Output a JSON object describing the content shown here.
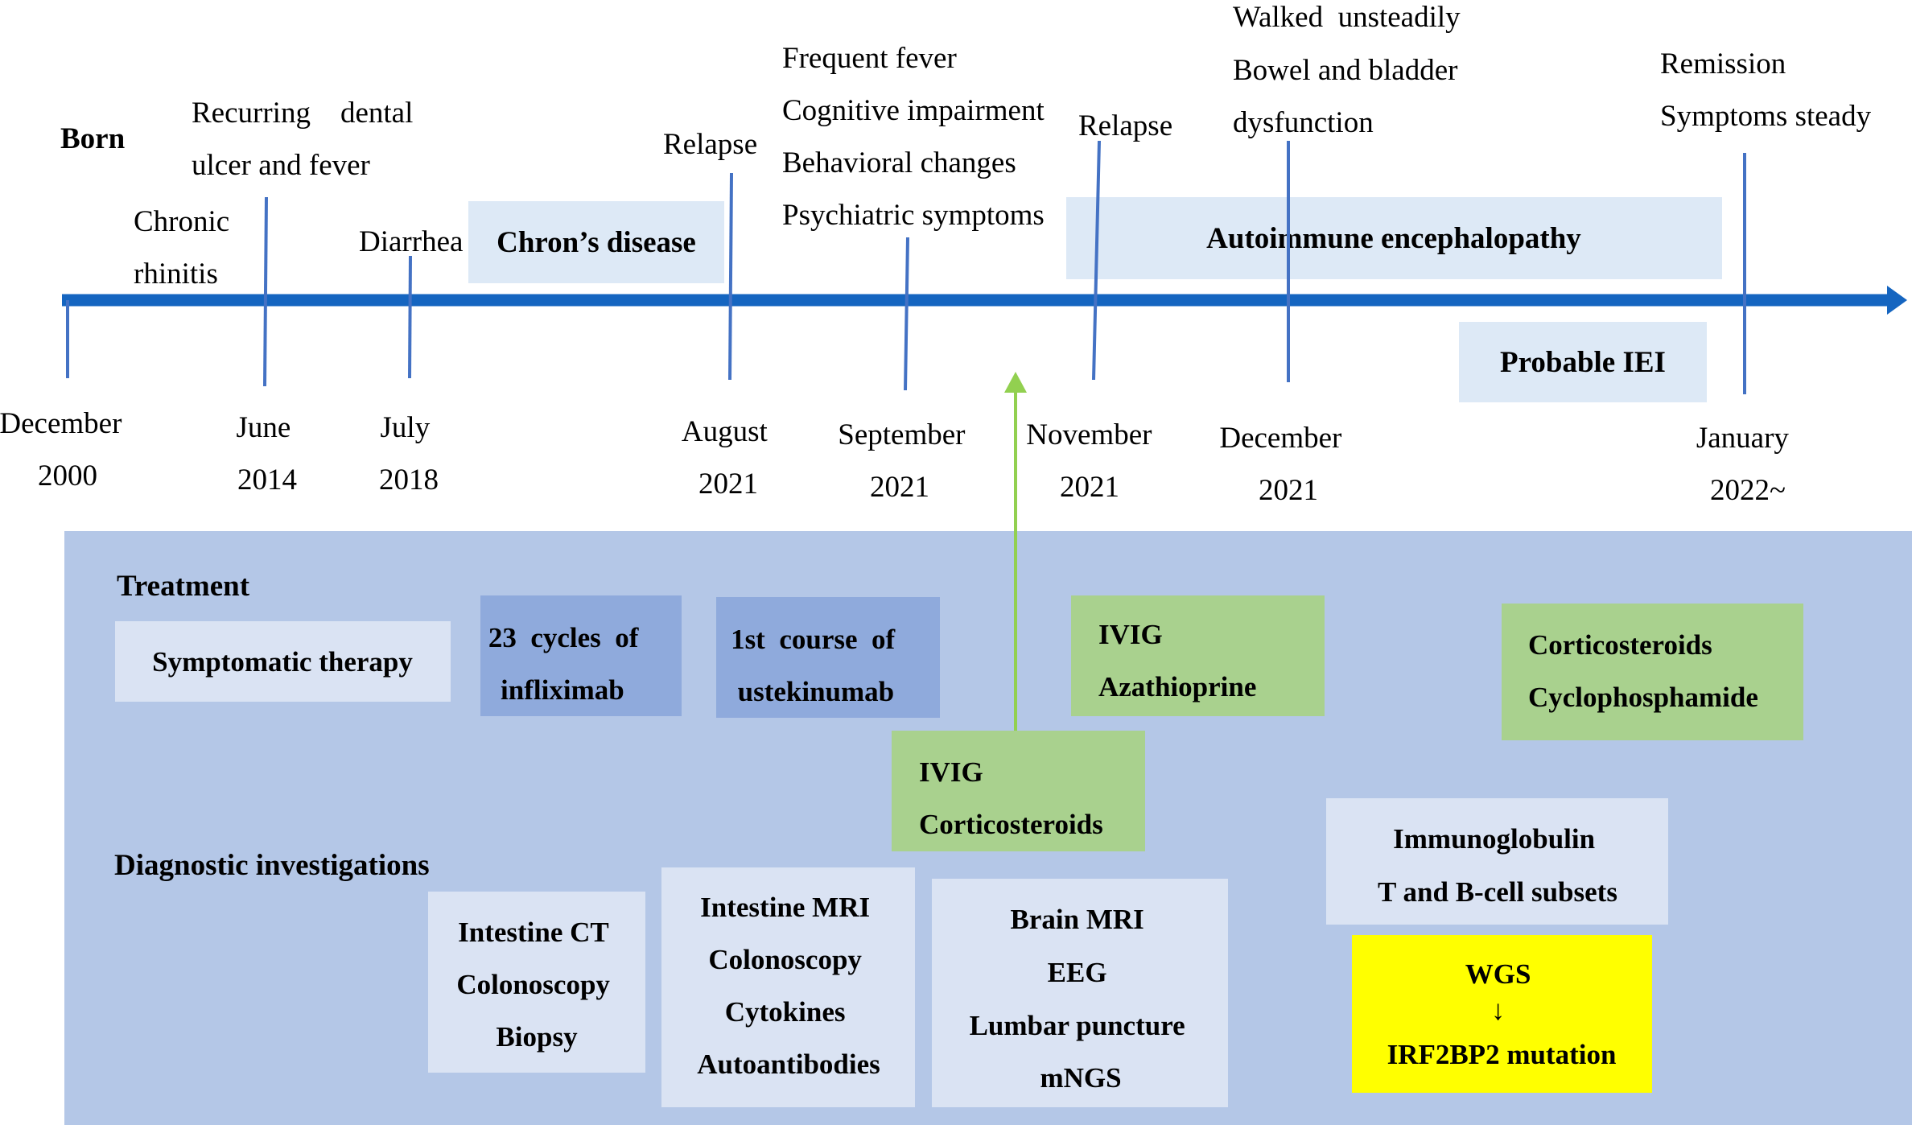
{
  "timeline": {
    "born_label": "Born",
    "dates": [
      {
        "month": "December",
        "year": "2000"
      },
      {
        "month": "June",
        "year": "2014"
      },
      {
        "month": "July",
        "year": "2018"
      },
      {
        "month": "August",
        "year": "2021"
      },
      {
        "month": "September",
        "year": "2021"
      },
      {
        "month": "November",
        "year": "2021"
      },
      {
        "month": "December",
        "year": "2021"
      },
      {
        "month": "January",
        "year": "2022~"
      }
    ],
    "events": {
      "chronic_rhinitis": [
        "Chronic",
        "rhinitis"
      ],
      "recurring": [
        "Recurring    dental",
        "ulcer and fever"
      ],
      "diarrhea": "Diarrhea",
      "relapse_aug": "Relapse",
      "sept_symptoms": [
        "Frequent fever",
        "Cognitive impairment",
        "Behavioral changes",
        "Psychiatric symptoms"
      ],
      "relapse_nov": "Relapse",
      "dec_symptoms": [
        "Walked  unsteadily",
        "Bowel and bladder",
        "dysfunction"
      ],
      "remission": [
        "Remission",
        "Symptoms steady"
      ]
    },
    "phases": {
      "crohns": "Chron’s disease",
      "encephalopathy": "Autoimmune encephalopathy",
      "iei": "Probable IEI"
    }
  },
  "panel": {
    "treatment_heading": "Treatment",
    "diagnostic_heading": "Diagnostic investigations",
    "treatments": {
      "symptomatic": [
        "Symptomatic therapy"
      ],
      "infliximab": [
        "23  cycles  of",
        "infliximab"
      ],
      "ustekinumab": [
        "1st  course  of",
        "ustekinumab"
      ],
      "ivig_cortico": [
        "IVIG",
        "Corticosteroids"
      ],
      "ivig_aza": [
        "IVIG",
        "Azathioprine"
      ],
      "cortico_cyclo": [
        "Corticosteroids",
        "Cyclophosphamide"
      ]
    },
    "diagnostics": {
      "set1": [
        "Intestine CT",
        "Colonoscopy",
        "Biopsy"
      ],
      "set2": [
        "Intestine MRI",
        "Colonoscopy",
        "Cytokines",
        "Autoantibodies"
      ],
      "set3": [
        "Brain MRI",
        "EEG",
        "Lumbar puncture",
        "mNGS"
      ],
      "set4": [
        "Immunoglobulin",
        "T and B-cell subsets"
      ],
      "wgs": [
        "WGS",
        "↓",
        "IRF2BP2 mutation"
      ]
    }
  },
  "colors": {
    "axis": "#1565c0",
    "tick": "#4472c4",
    "phase_box": "#dde9f6",
    "panel_bg": "#b4c7e7",
    "light_box": "#dae3f3",
    "mid_box": "#8faadc",
    "green_box": "#a9d18e",
    "green_arrow": "#92d050",
    "wgs_box": "#ffff00"
  }
}
